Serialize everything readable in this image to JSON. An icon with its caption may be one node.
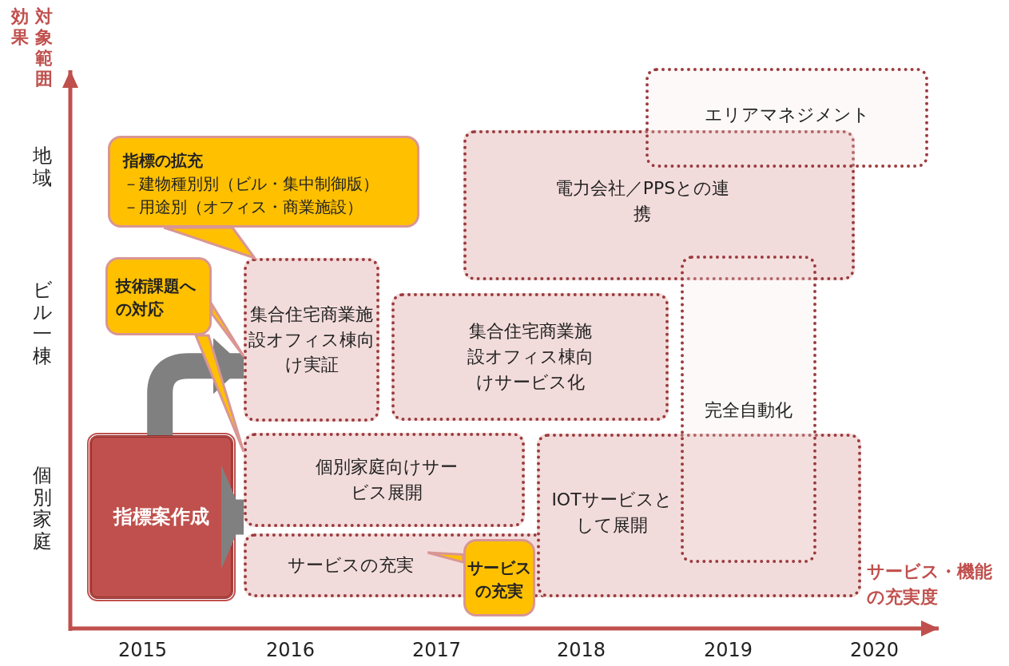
{
  "diagram": {
    "nodes": [
      {
        "text": [
          "指標案作成"
        ]
      },
      {
        "text": [
          "集合住宅商業施設オフィス棟向け実証"
        ]
      },
      {
        "text": [
          "集合住宅商業施設オフィス棟向けサービス化"
        ]
      },
      {
        "text": [
          "個別家庭向けサービス展開"
        ]
      },
      {
        "text": [
          "サービスの充実"
        ]
      },
      {
        "text": [
          "IOTサービスとして展開"
        ]
      },
      {
        "text": [
          "完全自動化"
        ]
      },
      {
        "text": [
          "電力会社／PPSとの連携"
        ]
      },
      {
        "text": [
          "エリアマネジメント"
        ]
      },
      {
        "text": [
          "指標の拡充",
          "－建物種別別（ビル・集中制御版）",
          "－用途別（オフィス・商業施設）"
        ]
      },
      {
        "text": [
          "技術課題への対応"
        ]
      },
      {
        "text": [
          "サービスの充実"
        ]
      }
    ],
    "edges": [
      {
        "from": 0,
        "to": 1,
        "arrow": "to",
        "style": "thick"
      },
      {
        "from": 0,
        "to": 3,
        "arrow": "to",
        "style": "thick"
      },
      {
        "from": 9,
        "to": 1,
        "arrow": "none"
      },
      {
        "from": 10,
        "to": 1,
        "arrow": "none"
      },
      {
        "from": 10,
        "to": 3,
        "arrow": "none"
      },
      {
        "from": 11,
        "to": 4,
        "arrow": "none"
      }
    ],
    "labels": [
      "対象範囲",
      "効果",
      "地域",
      "ビル一棟",
      "個別家庭",
      "サービス・機能の充実度",
      "2015",
      "2016",
      "2017",
      "2018",
      "2019",
      "2020"
    ]
  }
}
